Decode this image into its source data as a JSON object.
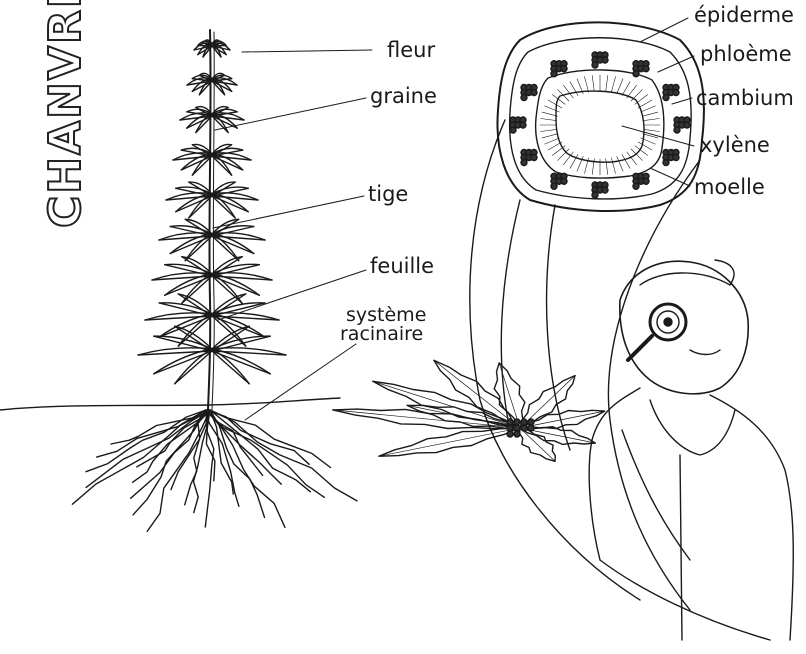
{
  "title": "CHANVRE",
  "plant_labels": {
    "flower": "fleur",
    "seed": "graine",
    "stem": "tige",
    "leaf": "feuille",
    "root_line1": "système",
    "root_line2": "racinaire"
  },
  "section_labels": {
    "epidermis": "épiderme",
    "phloem": "phloème",
    "cambium": "cambium",
    "xylem": "xylène",
    "pith": "moelle"
  },
  "colors": {
    "ink": "#1a1a1a",
    "paper": "#ffffff"
  }
}
